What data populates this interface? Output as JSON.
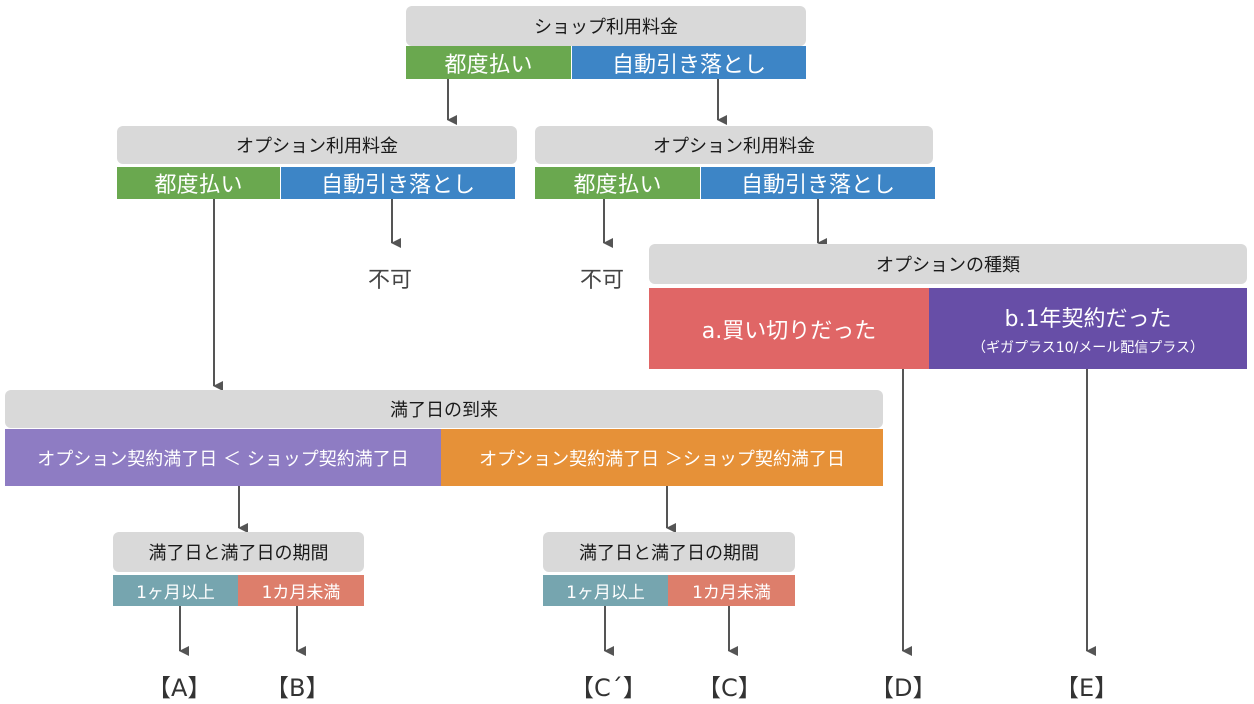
{
  "shop": {
    "title": "ショップ利用料金",
    "per_use": "都度払い",
    "auto_debit": "自動引き落とし"
  },
  "option_left": {
    "title": "オプション利用料金",
    "per_use": "都度払い",
    "auto_debit": "自動引き落とし",
    "not_allowed": "不可"
  },
  "option_right": {
    "title": "オプション利用料金",
    "per_use": "都度払い",
    "auto_debit": "自動引き落とし",
    "not_allowed": "不可"
  },
  "option_type": {
    "title": "オプションの種類",
    "a_label": "a.買い切りだった",
    "b_label": "b.1年契約だった",
    "b_sub": "（ギガプラス10/メール配信プラス）"
  },
  "expiry": {
    "title": "満了日の到来",
    "left": "オプション契約満了日 ＜ ショップ契約満了日",
    "right": "オプション契約満了日 ＞ショップ契約満了日"
  },
  "period_left": {
    "title": "満了日と満了日の期間",
    "over": "1ヶ月以上",
    "under": "1カ月未満"
  },
  "period_right": {
    "title": "満了日と満了日の期間",
    "over": "1ヶ月以上",
    "under": "1カ月未満"
  },
  "results": {
    "a": "【A】",
    "b": "【B】",
    "c_prime": "【C´】",
    "c": "【C】",
    "d": "【D】",
    "e": "【E】"
  },
  "colors": {
    "header": "#d9d9d9",
    "per_use": "#6aa84f",
    "auto_debit": "#3d85c6",
    "a_buyout": "#e06666",
    "b_annual": "#674ea7",
    "expiry_lt": "#8e7cc3",
    "expiry_gt": "#e69138",
    "over_month": "#76a5af",
    "under_month": "#dd7e6b",
    "arrow": "#555555"
  }
}
